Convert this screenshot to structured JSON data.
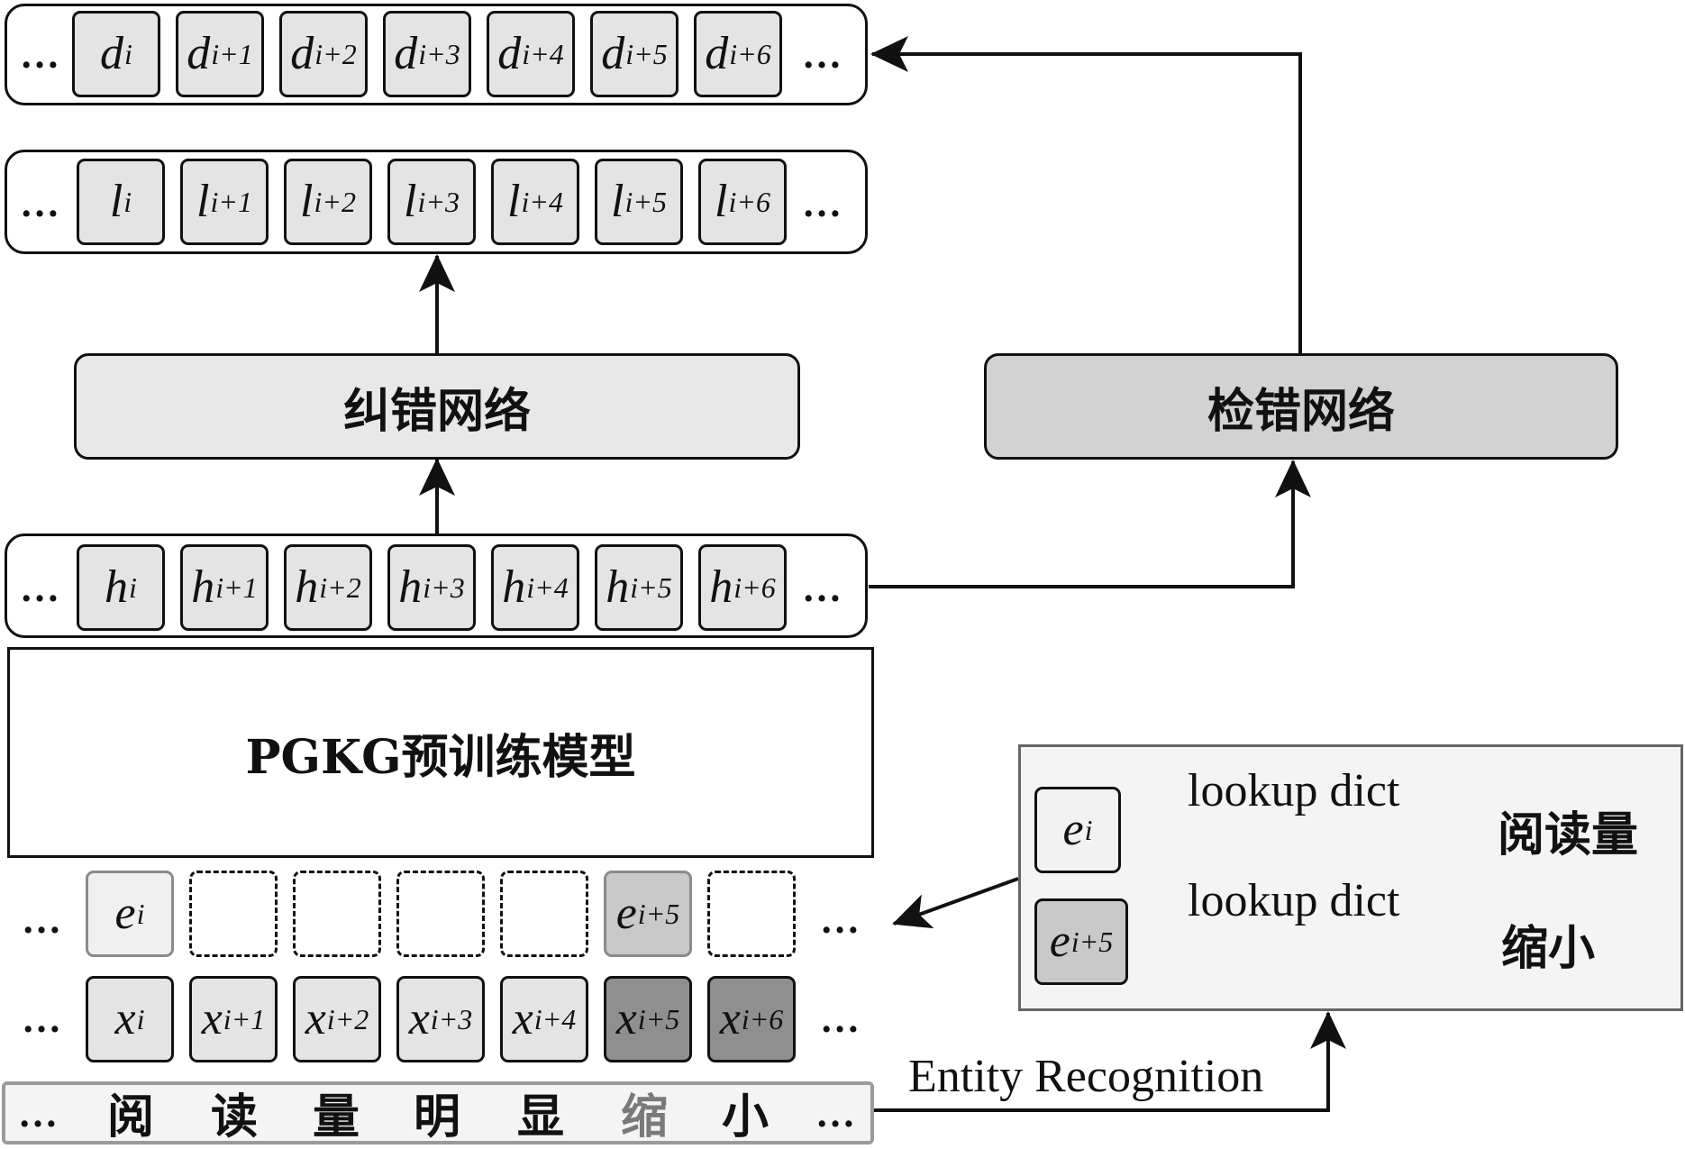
{
  "ellipsis": "…",
  "d_row": [
    {
      "base": "d",
      "sub": "i"
    },
    {
      "base": "d",
      "sub": "i+1"
    },
    {
      "base": "d",
      "sub": "i+2"
    },
    {
      "base": "d",
      "sub": "i+3"
    },
    {
      "base": "d",
      "sub": "i+4"
    },
    {
      "base": "d",
      "sub": "i+5"
    },
    {
      "base": "d",
      "sub": "i+6"
    }
  ],
  "l_row": [
    {
      "base": "l",
      "sub": "i"
    },
    {
      "base": "l",
      "sub": "i+1"
    },
    {
      "base": "l",
      "sub": "i+2"
    },
    {
      "base": "l",
      "sub": "i+3"
    },
    {
      "base": "l",
      "sub": "i+4"
    },
    {
      "base": "l",
      "sub": "i+5"
    },
    {
      "base": "l",
      "sub": "i+6"
    }
  ],
  "h_row": [
    {
      "base": "h",
      "sub": "i"
    },
    {
      "base": "h",
      "sub": "i+1"
    },
    {
      "base": "h",
      "sub": "i+2"
    },
    {
      "base": "h",
      "sub": "i+3"
    },
    {
      "base": "h",
      "sub": "i+4"
    },
    {
      "base": "h",
      "sub": "i+5"
    },
    {
      "base": "h",
      "sub": "i+6"
    }
  ],
  "e_row": [
    {
      "base": "e",
      "sub": "i"
    },
    {
      "base": "",
      "sub": ""
    },
    {
      "base": "",
      "sub": ""
    },
    {
      "base": "",
      "sub": ""
    },
    {
      "base": "",
      "sub": ""
    },
    {
      "base": "e",
      "sub": "i+5"
    },
    {
      "base": "",
      "sub": ""
    }
  ],
  "x_row": [
    {
      "base": "x",
      "sub": "i"
    },
    {
      "base": "x",
      "sub": "i+1"
    },
    {
      "base": "x",
      "sub": "i+2"
    },
    {
      "base": "x",
      "sub": "i+3"
    },
    {
      "base": "x",
      "sub": "i+4"
    },
    {
      "base": "x",
      "sub": "i+5"
    },
    {
      "base": "x",
      "sub": "i+6"
    }
  ],
  "input_chars": [
    "阅",
    "读",
    "量",
    "明",
    "显",
    "缩",
    "小"
  ],
  "correction_network": "纠错网络",
  "detection_network": "检错网络",
  "pretrained_model": "PGKG预训练模型",
  "entity_recognition": "Entity Recognition",
  "lookup": [
    {
      "label": "lookup dict",
      "word": "阅读量",
      "base": "e",
      "sub": "i"
    },
    {
      "label": "lookup dict",
      "word": "缩小",
      "base": "e",
      "sub": "i+5"
    }
  ],
  "colors": {
    "cell_light": "#e4e4e4",
    "cell_mid": "#c9c9c9",
    "cell_dark": "#8f8f8f",
    "panel": "#f4f4f4",
    "line": "#111111"
  }
}
